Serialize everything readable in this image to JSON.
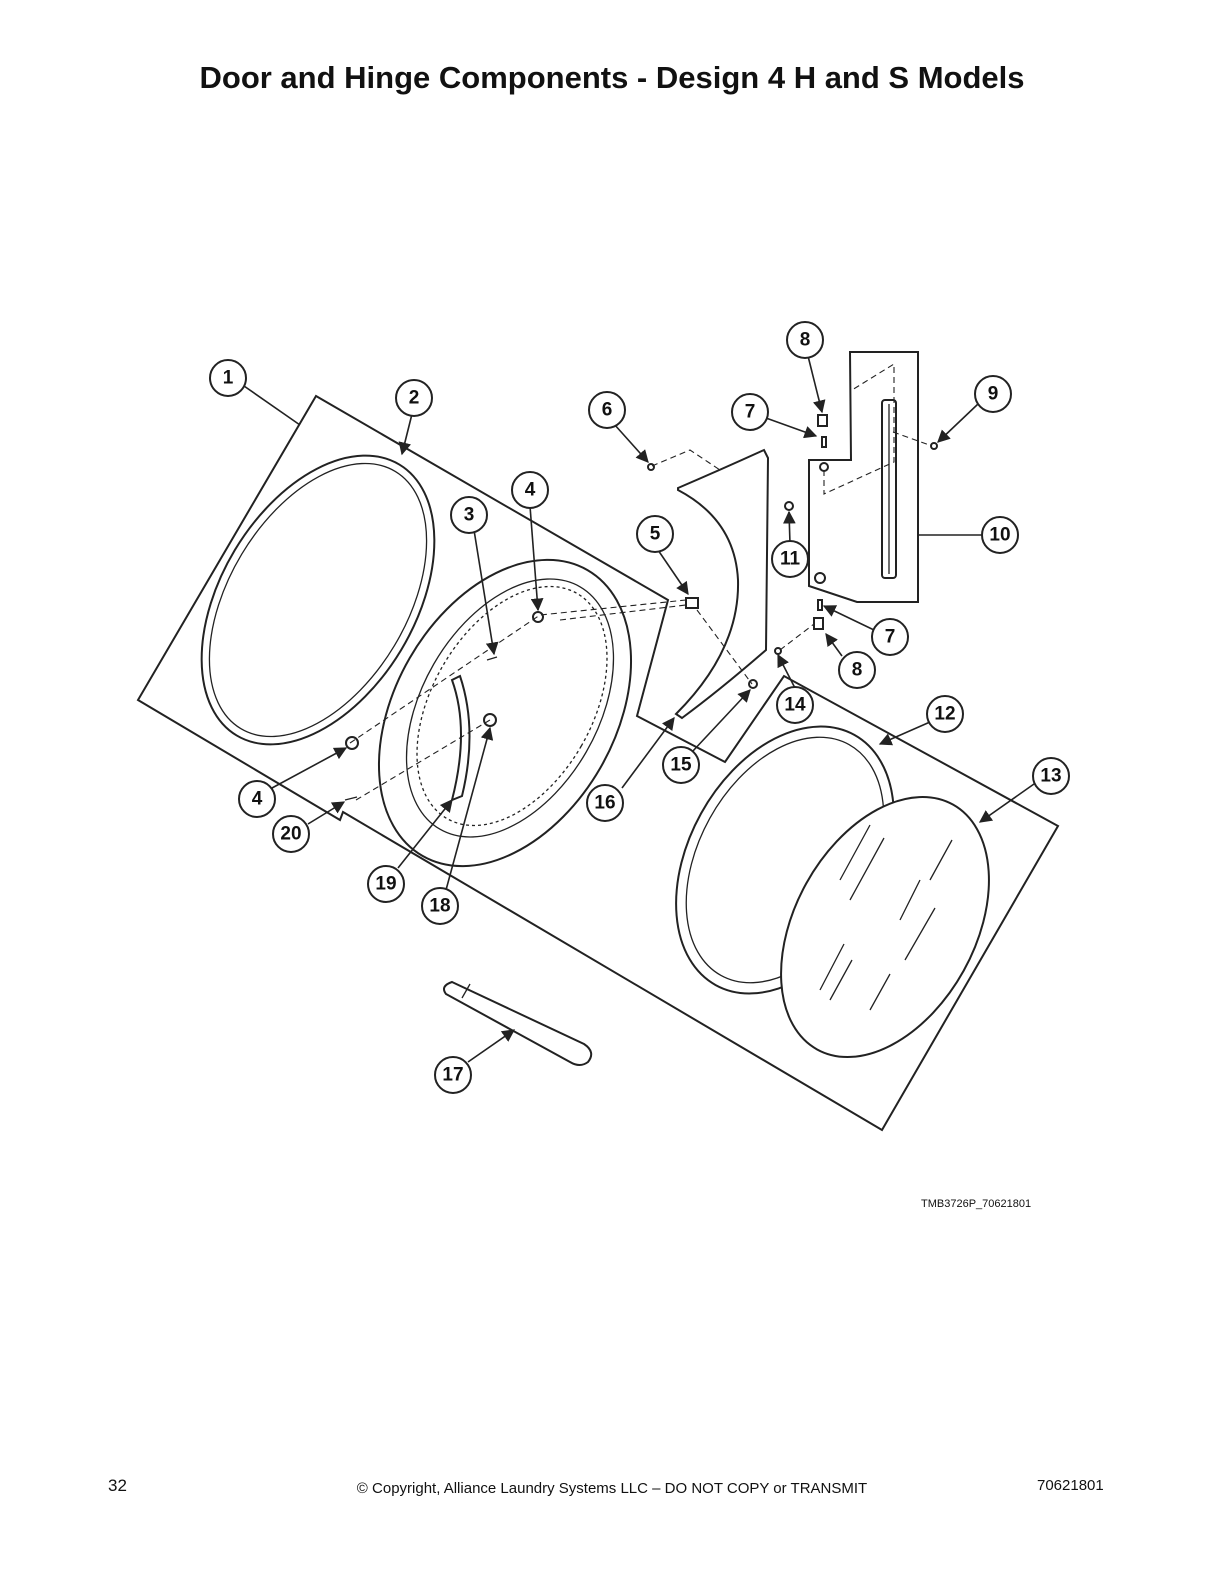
{
  "page": {
    "title": "Door and Hinge Components - Design 4 H and S Models",
    "figure_code": "TMB3726P_70621801",
    "page_number": "32",
    "copyright": "© Copyright, Alliance Laundry Systems LLC – DO NOT COPY or TRANSMIT",
    "document_number": "70621801"
  },
  "callouts": [
    "1",
    "2",
    "3",
    "4",
    "4",
    "5",
    "6",
    "7",
    "7",
    "8",
    "8",
    "9",
    "10",
    "11",
    "12",
    "13",
    "14",
    "15",
    "16",
    "17",
    "18",
    "19",
    "20"
  ]
}
